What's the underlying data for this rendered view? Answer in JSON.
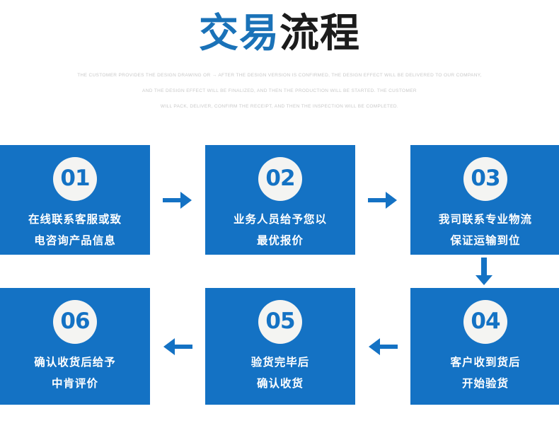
{
  "header": {
    "title_accent": "交易",
    "title_plain": "流程",
    "subtitle_lines": [
      "THE CUSTOMER PROVIDES THE DESIGN DRAWING OR → AFTER THE DESIGN VERSION IS CONFIRMED, THE DESIGN EFFECT WILL BE DELIVERED TO OUR COMPANY,",
      "AND THE DESIGN EFFECT WILL BE FINALIZED, AND THEN THE PRODUCTION WILL BE STARTED. THE CUSTOMER",
      "WILL PACK, DELIVER, CONFIRM THE RECEIPT, AND THEN THE INSPECTION WILL BE COMPLETED."
    ]
  },
  "colors": {
    "card_blue": "#1472c4",
    "title_accent": "#1a72b8",
    "title_plain": "#1c1c1c",
    "arrow_blue": "#1472c4",
    "badge_fill": "#f4f4f2",
    "subtitle_gray": "#c9c9c9"
  },
  "steps": [
    {
      "number": "01",
      "line1": "在线联系客服或致",
      "line2": "电咨询产品信息"
    },
    {
      "number": "02",
      "line1": "业务人员给予您以",
      "line2": "最优报价"
    },
    {
      "number": "03",
      "line1": "我司联系专业物流",
      "line2": "保证运输到位"
    },
    {
      "number": "04",
      "line1": "客户收到货后",
      "line2": "开始验货"
    },
    {
      "number": "05",
      "line1": "验货完毕后",
      "line2": "确认收货"
    },
    {
      "number": "06",
      "line1": "确认收货后给予",
      "line2": "中肯评价"
    }
  ],
  "arrows": [
    {
      "name": "arrow-right-01-to-02",
      "direction": "right"
    },
    {
      "name": "arrow-right-02-to-03",
      "direction": "right"
    },
    {
      "name": "arrow-down-03-to-04",
      "direction": "down"
    },
    {
      "name": "arrow-left-04-to-05",
      "direction": "left"
    },
    {
      "name": "arrow-left-05-to-06",
      "direction": "left"
    }
  ]
}
